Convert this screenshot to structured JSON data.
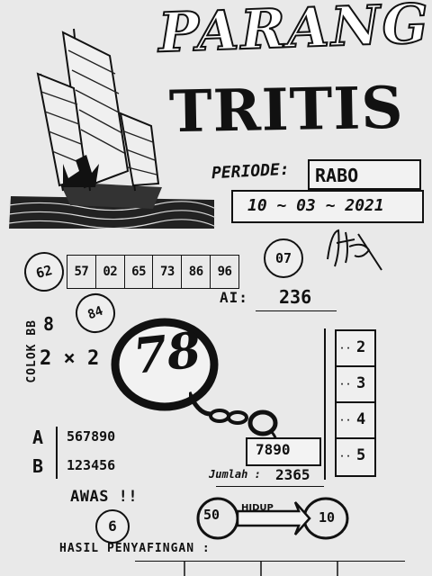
{
  "title": {
    "line1": "PARANG",
    "line2": "TRITIS"
  },
  "periode": {
    "label": "PERIODE:",
    "day": "RABO",
    "date": "10 ~ 03 ~ 2021"
  },
  "circles": {
    "c62": "62",
    "c07": "07",
    "c84": "84",
    "c6": "6",
    "c50": "50",
    "c10": "10"
  },
  "number_row": [
    "57",
    "02",
    "65",
    "73",
    "86",
    "96"
  ],
  "ai": {
    "label": "AI:",
    "value": "236"
  },
  "colok": {
    "vertical": "COLOK BB",
    "top": "8",
    "bottom": "2 × 2"
  },
  "big_number": "78",
  "right_boxes": [
    "2",
    "3",
    "4",
    "5"
  ],
  "a_row": {
    "label": "A",
    "value": "567890"
  },
  "b_row": {
    "label": "B",
    "value": "123456"
  },
  "box_value": "7890",
  "jumlah": {
    "label": "Jumlah :",
    "value": "2365"
  },
  "awas": "AWAS !!",
  "hidup_label": "HIDUP",
  "hasil": "HASIL PENYAFINGAN :"
}
